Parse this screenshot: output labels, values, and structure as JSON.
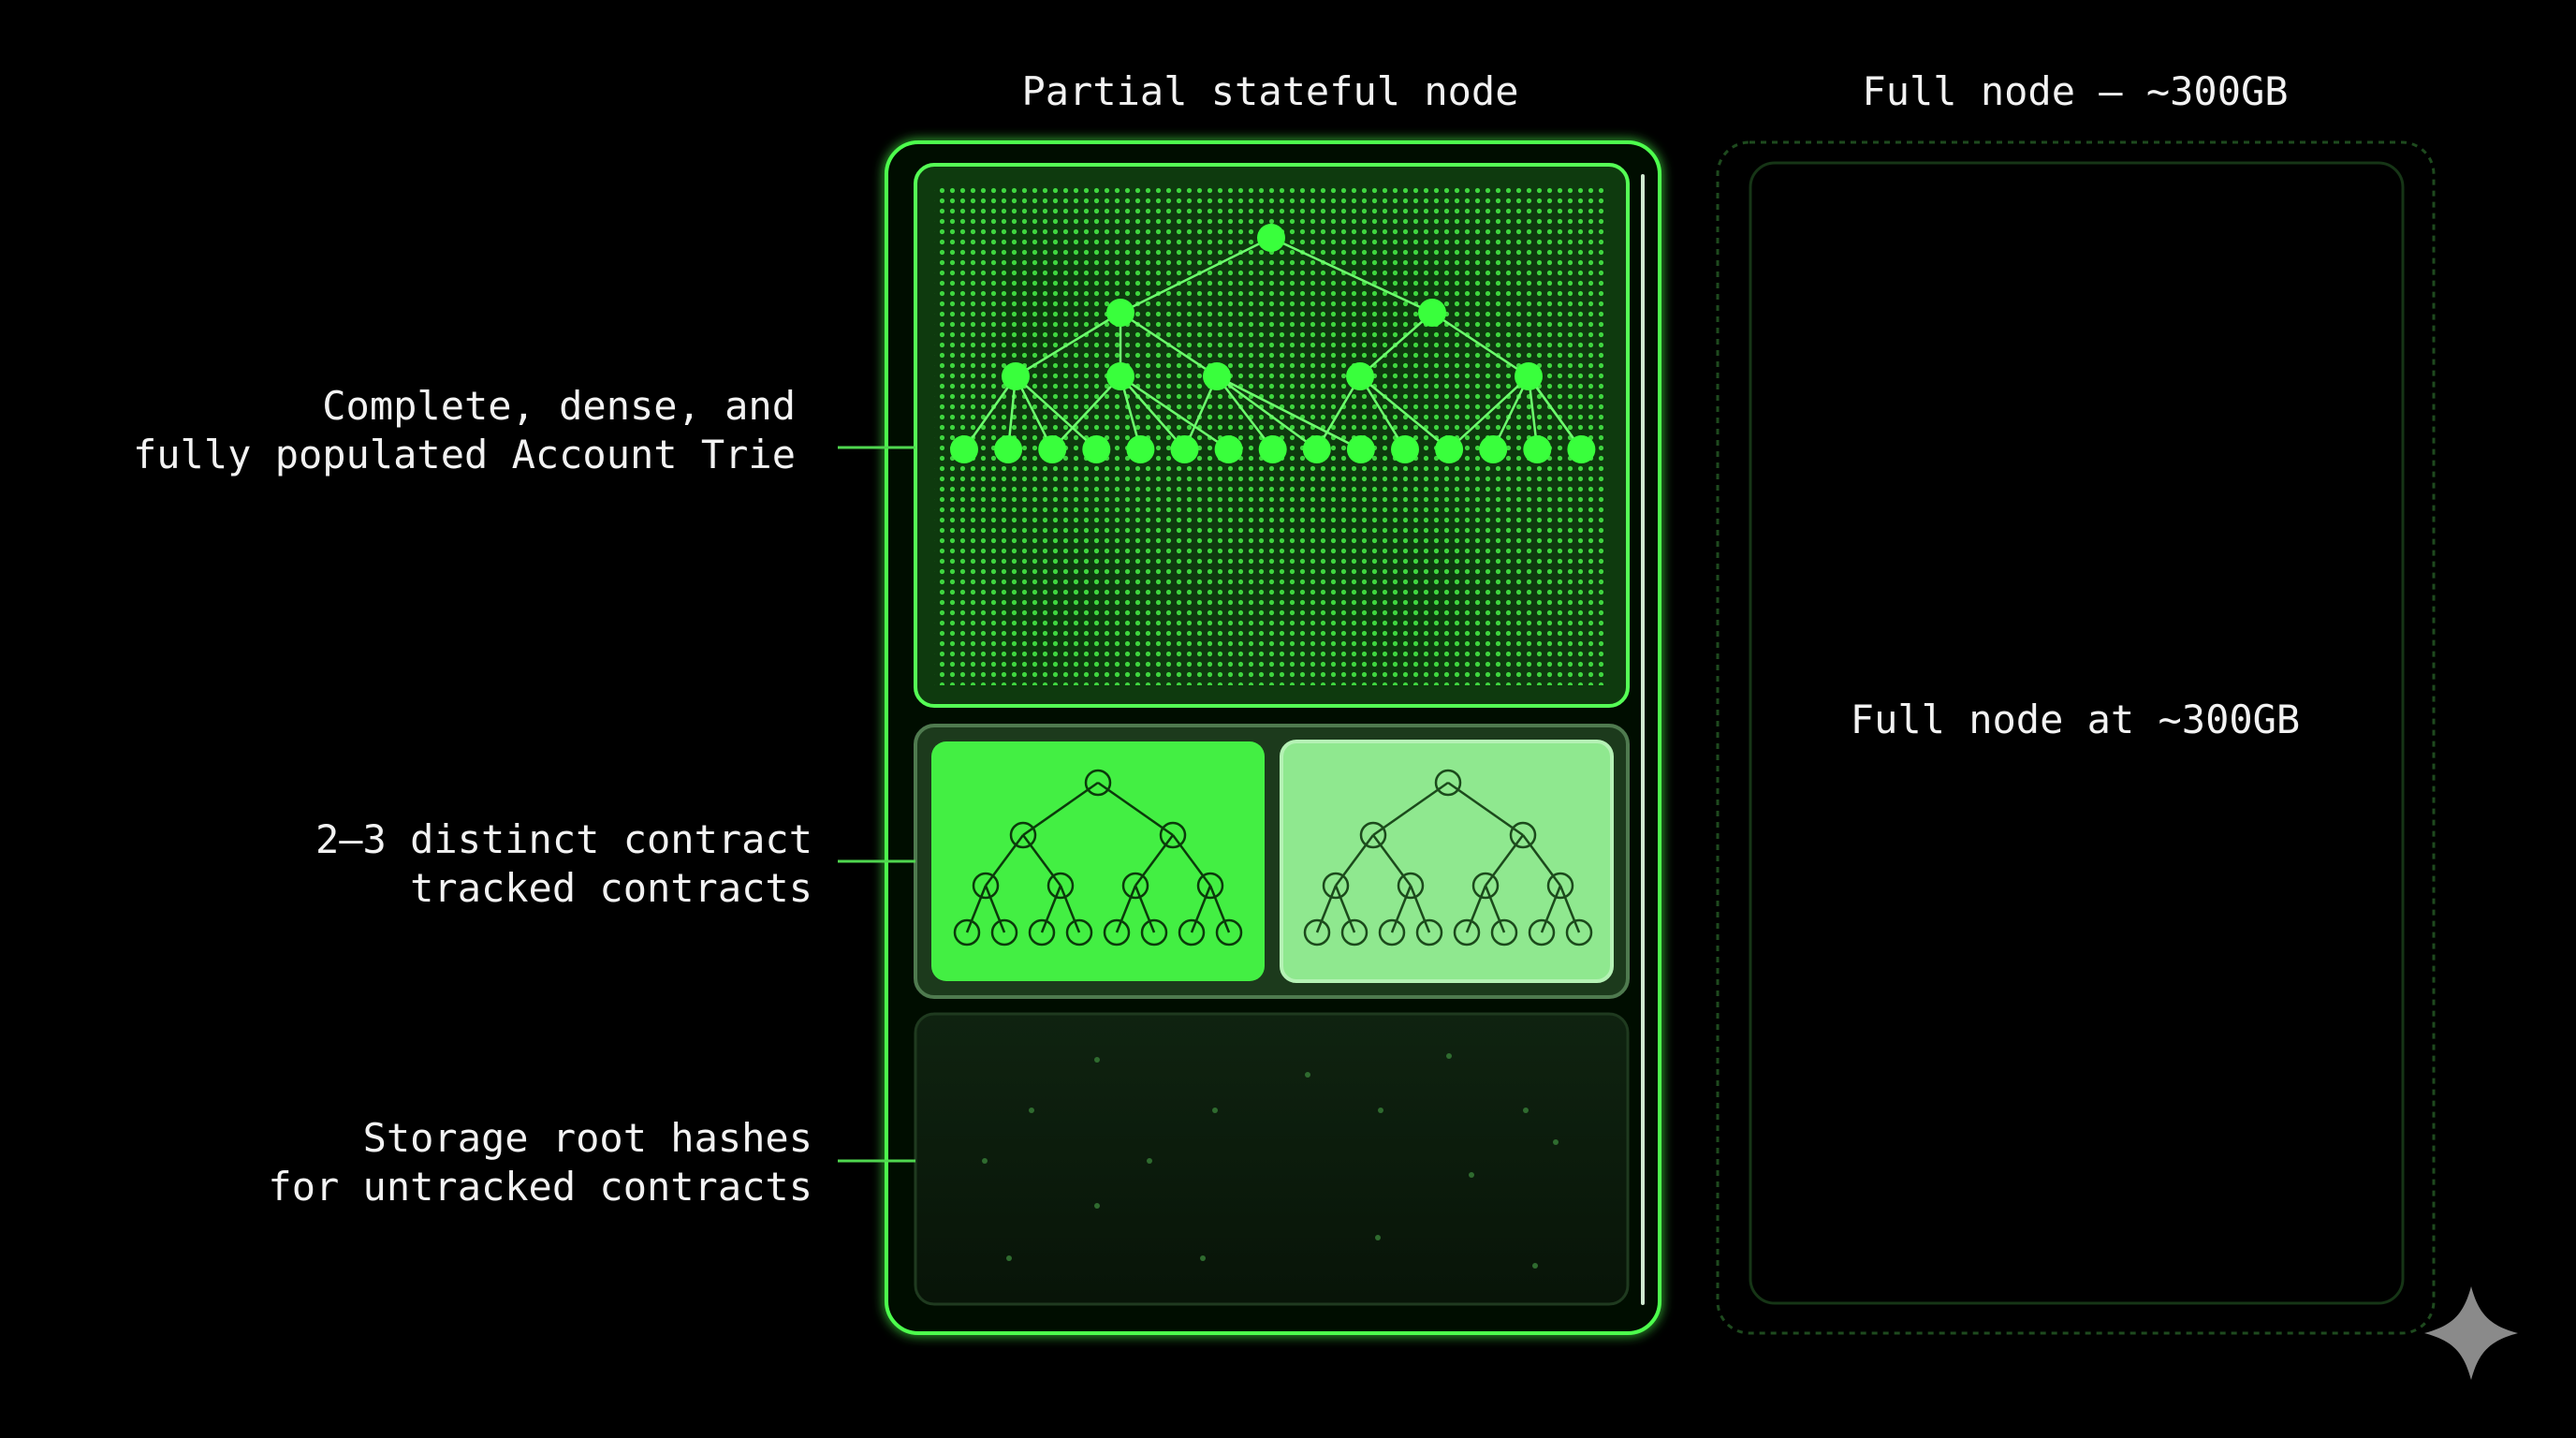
{
  "columns": {
    "partial_title": "Partial stateful node",
    "full_title": "Full node – ~300GB"
  },
  "labels": {
    "account_trie": [
      "Complete, dense, and",
      "fully populated Account Trie"
    ],
    "tracked_contracts": [
      "2–3 distinct contract",
      "tracked contracts"
    ],
    "storage_roots": [
      "Storage root hashes",
      "for untracked contracts"
    ]
  },
  "full_node": {
    "center_text": "Full node at ~300GB"
  },
  "colors": {
    "accent": "#39ff3c",
    "accent_light": "#8fe88f",
    "panel_dark": "#0c1a0c",
    "background": "#000000"
  },
  "icons": {
    "corner": "sparkle-icon"
  }
}
